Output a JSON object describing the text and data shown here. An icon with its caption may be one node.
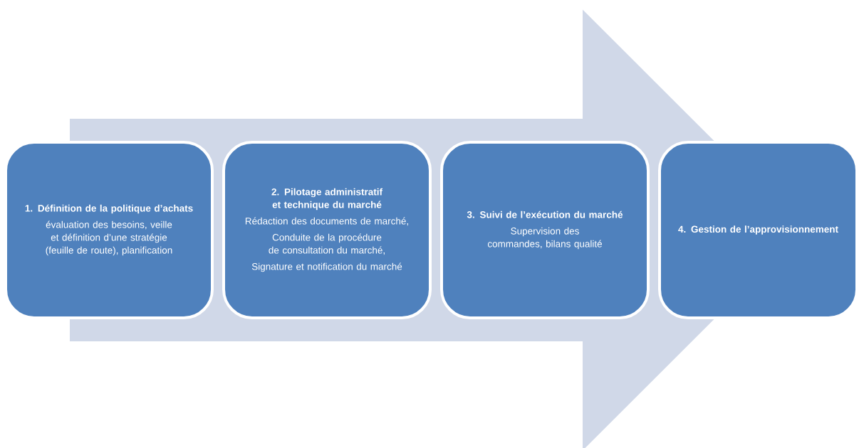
{
  "diagram": {
    "nodes": [
      {
        "text": [
          "1. Définition de la politique d’achats",
          "évaluation des besoins, veille et définition d’une stratégie (feuille de route), planification"
        ]
      },
      {
        "text": [
          "2. Pilotage administratif et technique du marché",
          "Rédaction des documents de marché,",
          "Conduite de la procédure de consultation du marché,",
          "Signature et notification du marché"
        ]
      },
      {
        "text": [
          "3. Suivi de l’exécution du marché",
          "Supervision des commandes, bilans qualité"
        ]
      },
      {
        "text": [
          "4. Gestion de l’approvisionnement"
        ]
      }
    ],
    "edges": [
      {
        "from": 0,
        "to": 3,
        "arrow": "to"
      }
    ]
  }
}
